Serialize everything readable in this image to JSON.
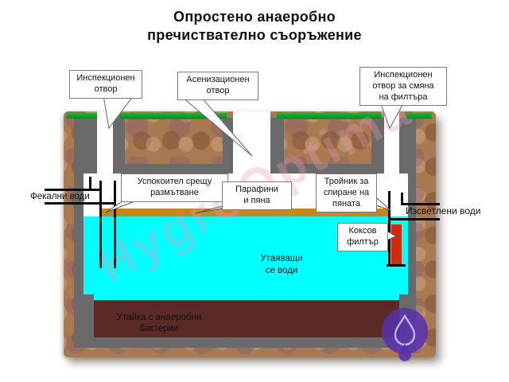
{
  "title": {
    "text": "Опростено анаеробно\nпречиствателно съоръжение"
  },
  "callouts": {
    "inspection_opening": "Инспекционен\nотвор",
    "septic_opening": "Асенизационен\nотвор",
    "filter_change_opening": "Инспекционен\nотвор за смяна\nна филтъра",
    "anti_stir_baffle": "Успокоител срещу\nразмътване",
    "paraffins_foam": "Парафини\nи пяна",
    "foam_stop_tee": "Тройник за\nспиране на\nпяната",
    "coke_filter": "Коксов\nфилтър"
  },
  "flow_labels": {
    "inlet": "Фекални води",
    "outlet": "Изсветлени води"
  },
  "zone_labels": {
    "settling_water": "Утаяващи\nсе води",
    "sludge": "Утайка с анаеробни\nбактерии"
  },
  "watermark": "HygroOptima",
  "colors": {
    "water": "#00ffff",
    "foam_layer": "#c8871e",
    "sludge": "#5b2a27",
    "concrete": "#6a6a6a",
    "grass": "#16a22a",
    "soil": "#a97a52",
    "coke_filter": "#ce2c0c",
    "logo": "#5630af"
  }
}
